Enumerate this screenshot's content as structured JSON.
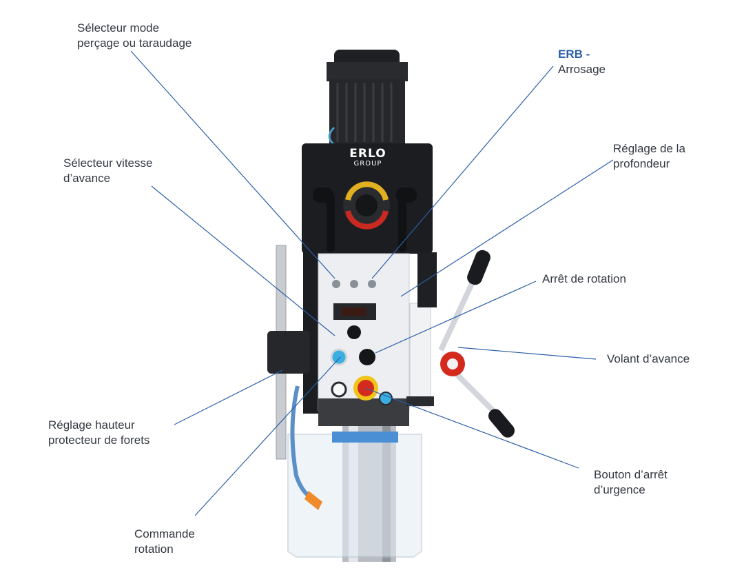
{
  "brand": {
    "logo_line1": "ERLO",
    "logo_line2": "GROUP",
    "accent_color": "#2b5ea8"
  },
  "colors": {
    "leader_line": "#2b5ea8",
    "text": "#333840",
    "machine_body": "#1c1d20",
    "front_panel": "#eceef1",
    "emergency_red": "#d42a1e",
    "emergency_yellow": "#f0c419",
    "button_blue": "#3aaee0"
  },
  "labels": {
    "selecteur_mode": {
      "line1": "Sélecteur mode",
      "line2": "perçage ou taraudage"
    },
    "erb": {
      "line1": "ERB -",
      "line2": "Arrosage"
    },
    "selecteur_vitesse": {
      "line1": "Sélecteur vitesse",
      "line2": "d’avance"
    },
    "reglage_profondeur": {
      "line1": "Réglage de la",
      "line2": "profondeur"
    },
    "arret_rotation": {
      "line1": "Arrêt de rotation"
    },
    "volant_avance": {
      "line1": "Volant d’avance"
    },
    "reglage_hauteur": {
      "line1": "Réglage hauteur",
      "line2": "protecteur de forets"
    },
    "bouton_arret": {
      "line1": "Bouton d’arrêt",
      "line2": "d’urgence"
    },
    "commande_rotation": {
      "line1": "Commande",
      "line2": "rotation"
    }
  }
}
